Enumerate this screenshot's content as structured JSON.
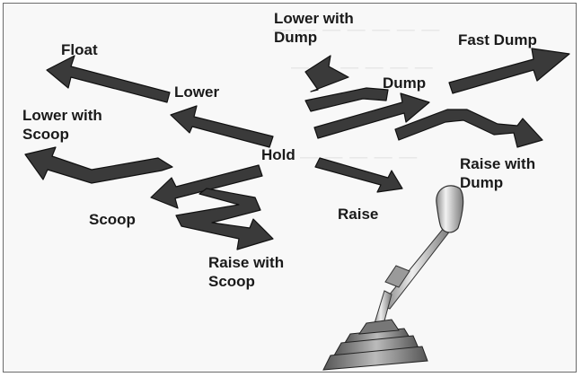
{
  "labels": {
    "float": "Float",
    "lower": "Lower",
    "lower_with_scoop": [
      "Lower with",
      "Scoop"
    ],
    "lower_with_dump": [
      "Lower with",
      "Dump"
    ],
    "fast_dump": "Fast Dump",
    "dump": "Dump",
    "hold": "Hold",
    "raise": "Raise",
    "raise_with_dump": [
      "Raise with",
      "Dump"
    ],
    "scoop": "Scoop",
    "raise_with_scoop": [
      "Raise with",
      "Scoop"
    ]
  },
  "colors": {
    "arrow_fill": "#3a3a3a",
    "arrow_stroke": "#111111",
    "label_text": "#1a1a1a",
    "border": "#6b6b6b",
    "background": "#f8f8f8"
  },
  "icons": {
    "joystick": "control-lever-joystick-icon"
  }
}
